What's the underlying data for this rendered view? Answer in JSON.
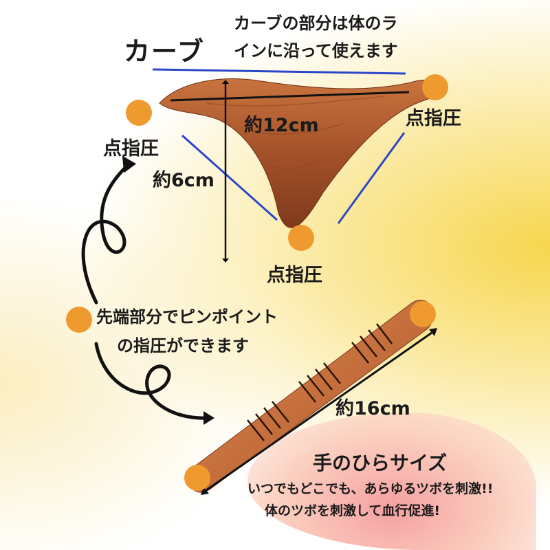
{
  "curve": {
    "title": "カーブ",
    "desc_line1": "カーブの部分は体のラ",
    "desc_line2": "インに沿って使えます"
  },
  "points": {
    "left": "点指圧",
    "right": "点指圧",
    "bottom": "点指圧"
  },
  "dimensions": {
    "width": "約12cm",
    "height": "約6cm",
    "stick_length": "約16cm"
  },
  "tip": {
    "line1": "先端部分でピンポイント",
    "line2": "の指圧ができます"
  },
  "palm": {
    "title": "手のひらサイズ",
    "line1": "いつでもどこでも、あらゆるツボを刺激!!",
    "line2": "体のツボを刺激して血行促進!"
  },
  "colors": {
    "dot": "#ef9a2f",
    "wood": "#a0522d",
    "guide_line": "#2b47c8"
  }
}
